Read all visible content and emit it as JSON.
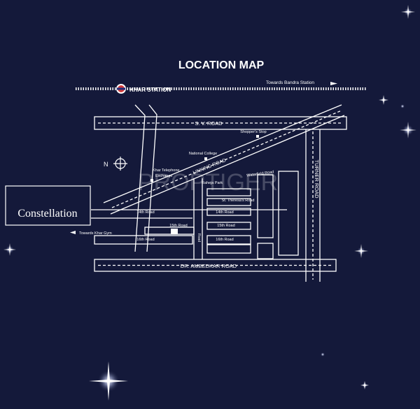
{
  "title": "LOCATION MAP",
  "watermark": "PROPTIGER",
  "property": {
    "name": "Constellation"
  },
  "rail": {
    "station": "KHAR STATION",
    "towards": "Towards Bandra Station"
  },
  "roads": {
    "sv_road": "S. V. ROAD",
    "linking_road": "LINKING ROAD",
    "turner_road": "TURNER ROAD",
    "ambedkar_road": "DR. AMBEDKAR ROAD",
    "r14_left": "14th Road",
    "r14_right": "14th Road",
    "r15_left": "15th Road",
    "r15_right": "15th Road",
    "r16_left": "16th Road",
    "r16_right": "16th Road",
    "st_theresa": "St. Theresa's Road",
    "waterfield": "Waterfield Road",
    "vertical_small": "Road"
  },
  "landmarks": {
    "shoppers_stop": "Shopper's Stop",
    "national_college": "National College",
    "khar_telephone_1": "Khar Telephone",
    "khar_telephone_2": "Exchange",
    "raheja_park": "Raheja Park",
    "khar_gym": "Towards Khar Gym"
  },
  "compass": {
    "north": "N"
  },
  "colors": {
    "background": "#14193a",
    "road": "#ffffff",
    "accent_rail": "#d23a3a"
  }
}
